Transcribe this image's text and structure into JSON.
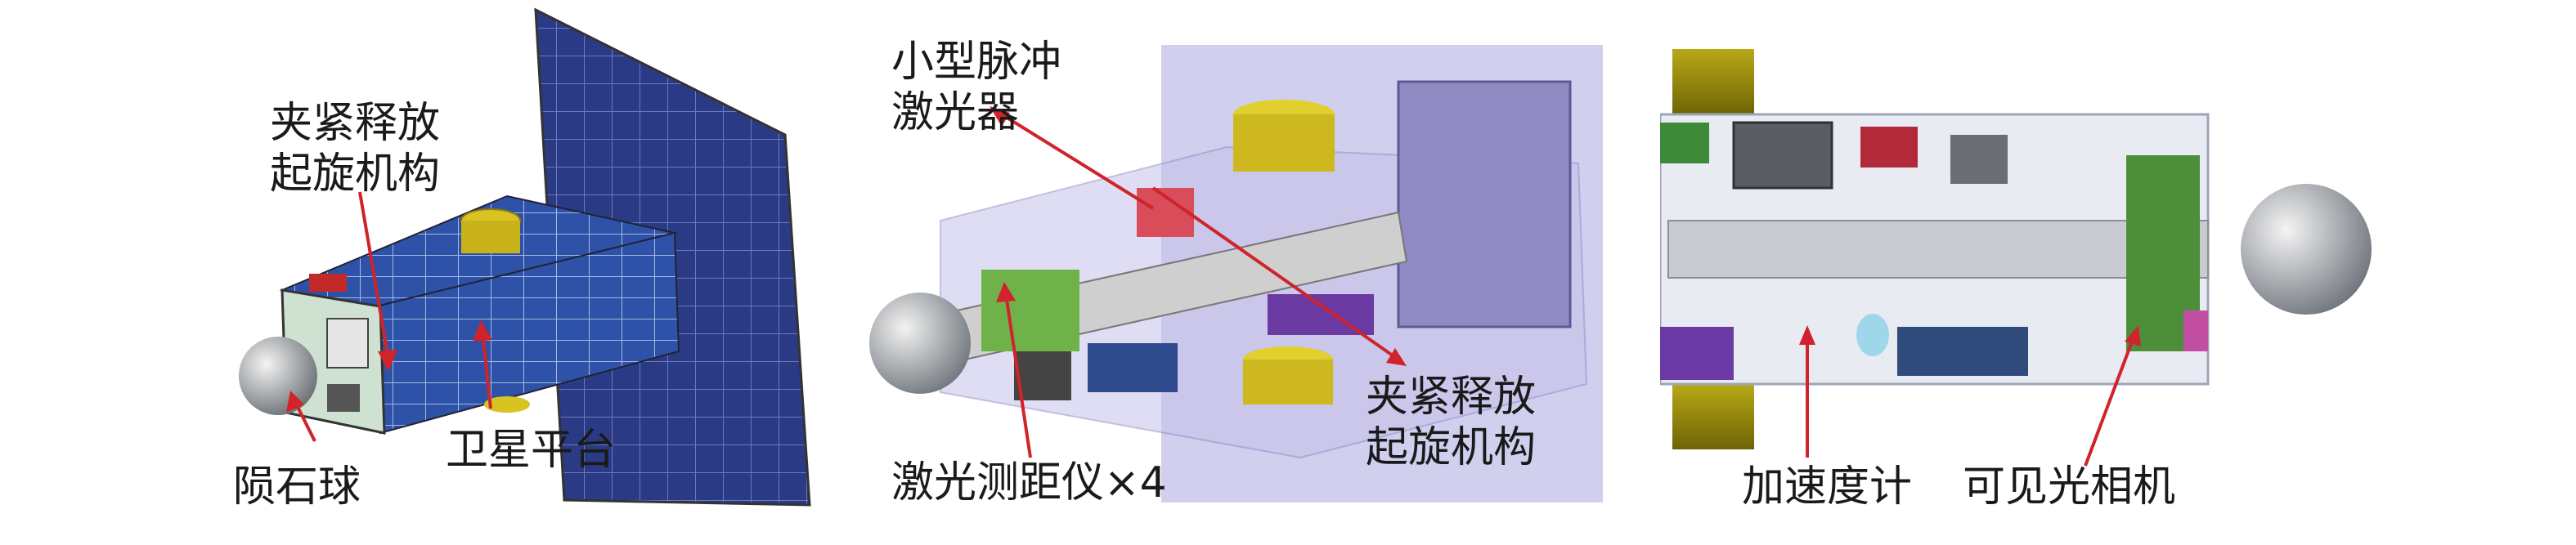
{
  "panels": [
    {
      "labels": {
        "clamp_release": [
          "夹紧释放",
          "起旋机构"
        ],
        "meteorite_ball": "陨石球",
        "satellite_platform": "卫星平台"
      }
    },
    {
      "labels": {
        "pulse_laser": [
          "小型脉冲",
          "激光器"
        ],
        "clamp_release": [
          "夹紧释放",
          "起旋机构"
        ],
        "laser_rangefinder": "激光测距仪×4"
      }
    },
    {
      "labels": {
        "accelerometer": "加速度计",
        "visible_camera": "可见光相机"
      }
    }
  ],
  "colors": {
    "arrow": "#d0232b",
    "solar_panel": "#2c3b86",
    "housing": "#b9d0e6",
    "gold": "#d8c321",
    "sphere": "#9aa0a6"
  }
}
